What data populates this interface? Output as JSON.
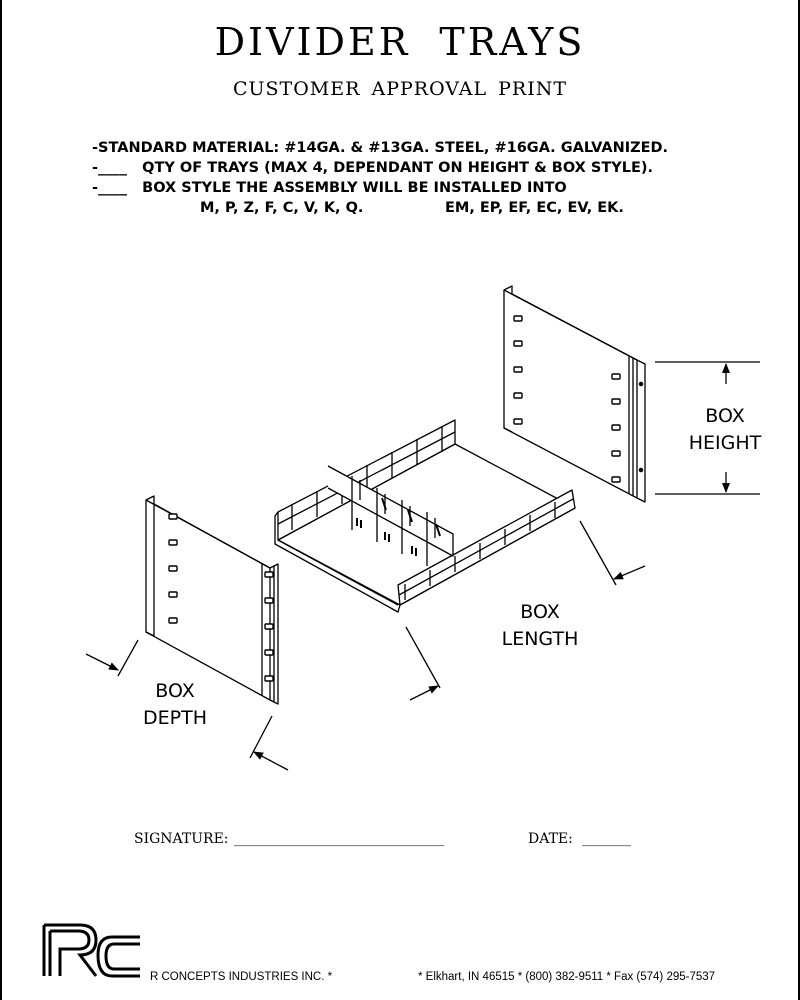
{
  "title": "DIVIDER TRAYS",
  "subtitle": "CUSTOMER APPROVAL PRINT",
  "spec": {
    "line1": "-STANDARD MATERIAL: #14GA. & #13GA. STEEL, #16GA. GALVANIZED.",
    "line2": "-____   QTY OF TRAYS (MAX 4, DEPENDANT ON HEIGHT & BOX STYLE).",
    "line3": "-____   BOX STYLE THE ASSEMBLY WILL BE INSTALLED INTO",
    "line4a": "M, P, Z, F, C, V, K, Q.",
    "line4b": "EM, EP, EF, EC, EV, EK."
  },
  "dimensions": {
    "height_l1": "BOX",
    "height_l2": "HEIGHT",
    "length_l1": "BOX",
    "length_l2": "LENGTH",
    "depth_l1": "BOX",
    "depth_l2": "DEPTH"
  },
  "form": {
    "signature_label": "SIGNATURE:",
    "signature_line": "______________________________",
    "date_label": "DATE:",
    "date_line": "_______"
  },
  "logo": "RC",
  "footer": {
    "left": "R CONCEPTS INDUSTRIES INC. *",
    "right": "* Elkhart, IN 46515 * (800) 382-9511 * Fax (574) 295-7537"
  }
}
